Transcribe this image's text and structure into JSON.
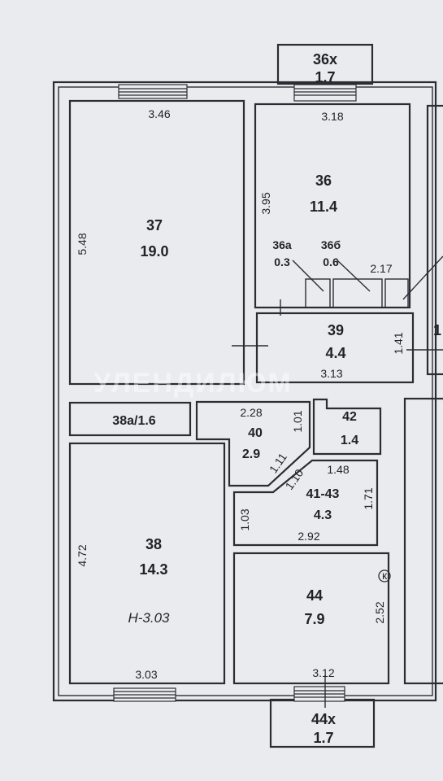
{
  "rooms": [
    {
      "id": "r37",
      "num": "37",
      "area": "19.0"
    },
    {
      "id": "r36",
      "num": "36",
      "area": "11.4"
    },
    {
      "id": "r36a",
      "num": "36а",
      "area": "0.3"
    },
    {
      "id": "r36b",
      "num": "36б",
      "area": "0.6"
    },
    {
      "id": "r39",
      "num": "39",
      "area": "4.4"
    },
    {
      "id": "r40",
      "num": "40",
      "area": "2.9"
    },
    {
      "id": "r42",
      "num": "42",
      "area": "1.4"
    },
    {
      "id": "r4143",
      "num": "41-43",
      "area": "4.3"
    },
    {
      "id": "r38",
      "num": "38",
      "area": "14.3"
    },
    {
      "id": "r44",
      "num": "44",
      "area": "7.9"
    },
    {
      "id": "r36x",
      "num": "36х",
      "area": "1.7"
    },
    {
      "id": "r44x",
      "num": "44х",
      "area": "1.7"
    }
  ],
  "label_38a": "38а/1.6",
  "partial_label": "1",
  "ceiling_height": "Н-3.03",
  "dimensions": {
    "d346": "3.46",
    "d318": "3.18",
    "d548": "5.48",
    "d395": "3.95",
    "d217": "2.17",
    "d141": "1.41",
    "d313": "3.13",
    "d228": "2.28",
    "d101": "1.01",
    "d111": "1.11",
    "d110": "1.10",
    "d148": "1.48",
    "d171": "1.71",
    "d103": "1.03",
    "d292": "2.92",
    "d472": "4.72",
    "d252": "2.52",
    "d303": "3.03",
    "d312": "3.12"
  },
  "symbols": {
    "kitchen_mark": "к"
  },
  "watermark": "УЛЕНДИЛЮМ"
}
